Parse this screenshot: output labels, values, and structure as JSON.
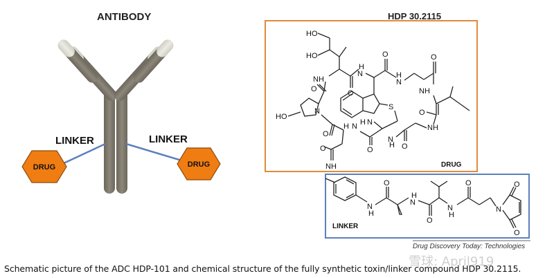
{
  "antibody_title": "ANTIBODY",
  "hdp_title": "HDP 30.2115",
  "linker_left": "LINKER",
  "linker_right": "LINKER",
  "drug_left": "DRUG",
  "drug_right": "DRUG",
  "drug_box_label": "DRUG",
  "linker_box_label": "LINKER",
  "journal_credit": "Drug Discovery Today: Technologies",
  "caption": "Schematic picture of the ADC HDP-101 and chemical structure of the fully synthetic toxin/linker compound HDP 30.2115.",
  "watermark": "雪球: April919",
  "atoms": {
    "ho_top": "HO",
    "ho_mid": "HO",
    "ho_left": "HO",
    "nh": "NH",
    "n": "N",
    "h": "H",
    "o": "O",
    "s": "S"
  },
  "colors": {
    "antibody": "#7a7568",
    "antibody_tip": "#d6d5cc",
    "drug": "#f07d12",
    "linker": "#5b80bd",
    "drug_box": "#e08a3c",
    "linker_box": "#5b80bd"
  }
}
